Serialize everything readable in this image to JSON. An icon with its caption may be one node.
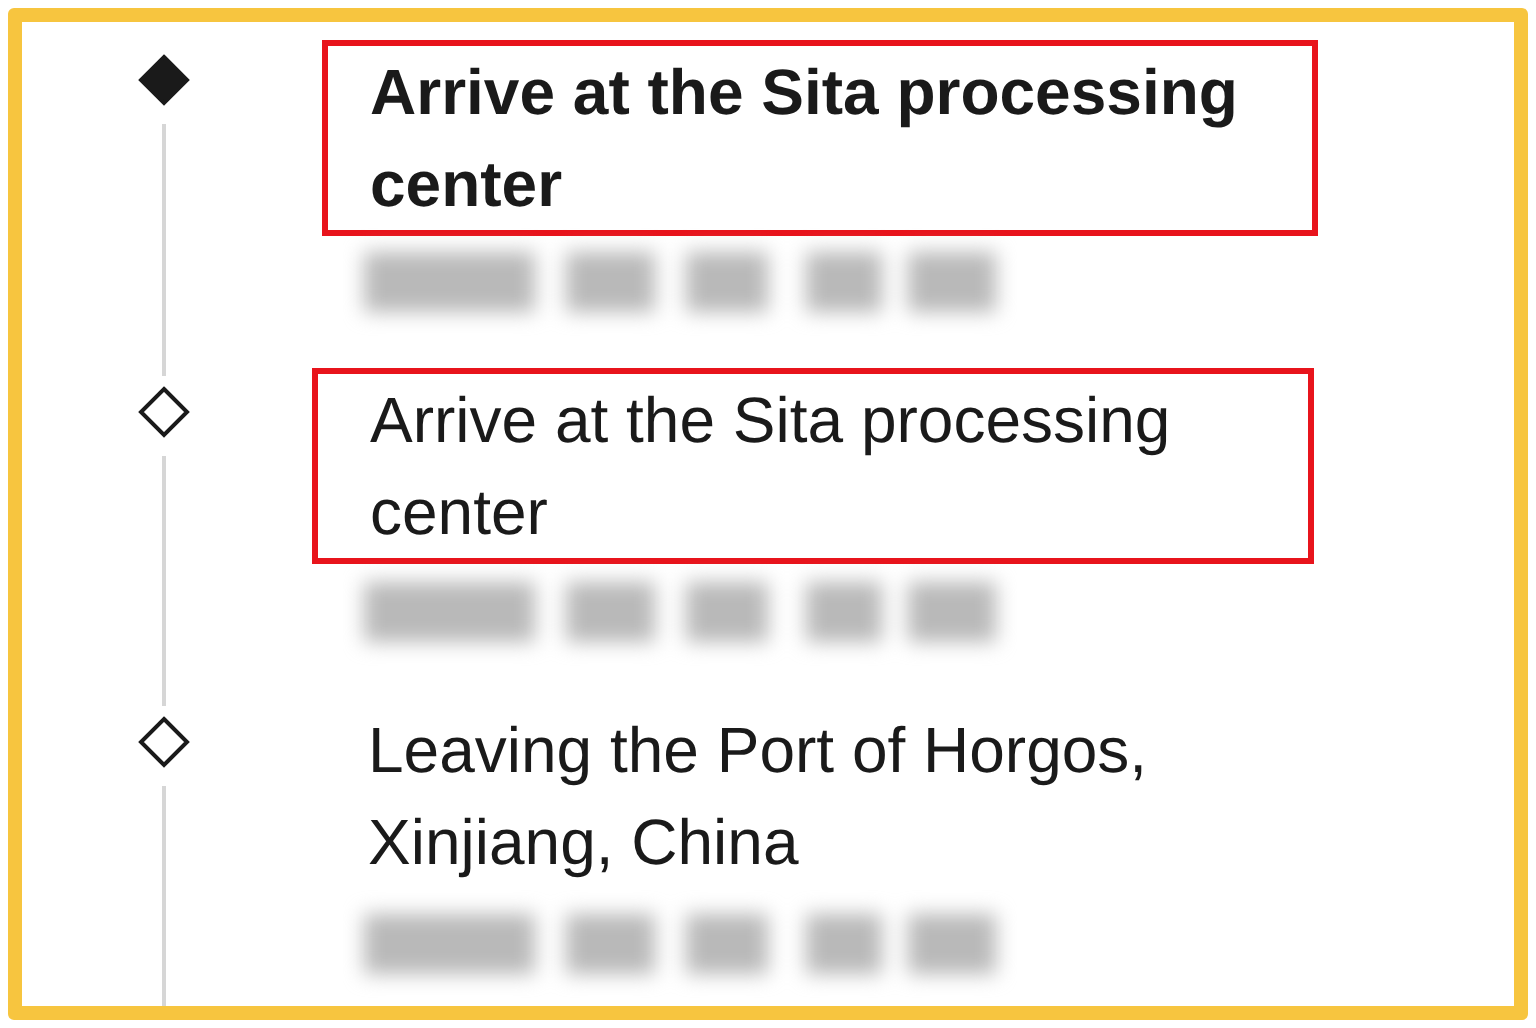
{
  "diagram": {
    "nodes": [
      {
        "text": [
          "Arrive at the Sita processing center"
        ]
      },
      {
        "text": [],
        "shape": "bar"
      },
      {
        "text": [
          "Arrive at the Sita processing center"
        ]
      },
      {
        "text": [],
        "shape": "bar"
      },
      {
        "text": [
          "Leaving the Port of Horgos, Xinjiang, China"
        ]
      },
      {
        "text": [],
        "shape": "bar"
      }
    ]
  }
}
